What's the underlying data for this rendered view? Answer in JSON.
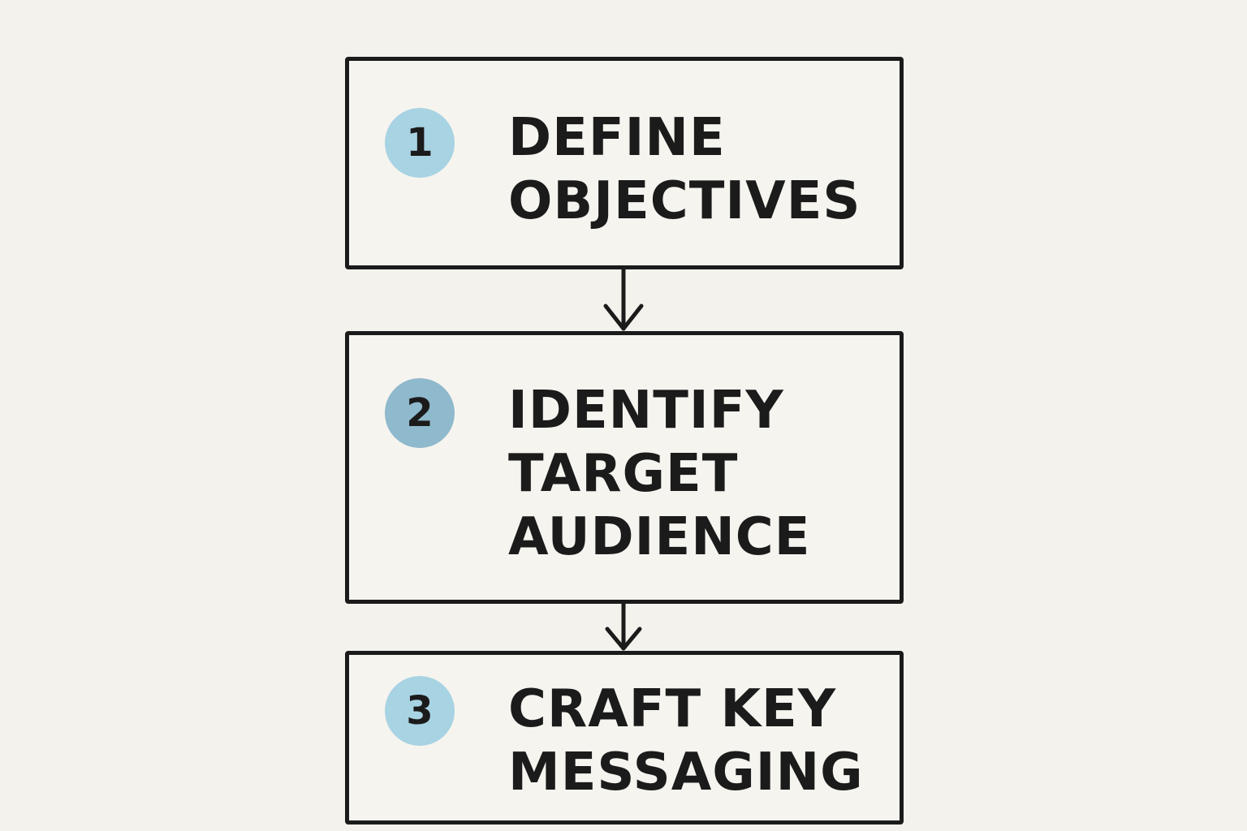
{
  "steps": [
    {
      "number": "1",
      "badge_color": "#a8d3e3",
      "lines": [
        "DEFINE",
        "OBJECTIVES"
      ]
    },
    {
      "number": "2",
      "badge_color": "#8fb9cc",
      "lines": [
        "IDENTIFY",
        "TARGET",
        "AUDIENCE"
      ]
    },
    {
      "number": "3",
      "badge_color": "#a8d3e3",
      "lines": [
        "CRAFT KEY",
        "MESSAGING"
      ]
    }
  ],
  "colors": {
    "background": "#f4f2ed",
    "stroke": "#1b1b1b"
  }
}
